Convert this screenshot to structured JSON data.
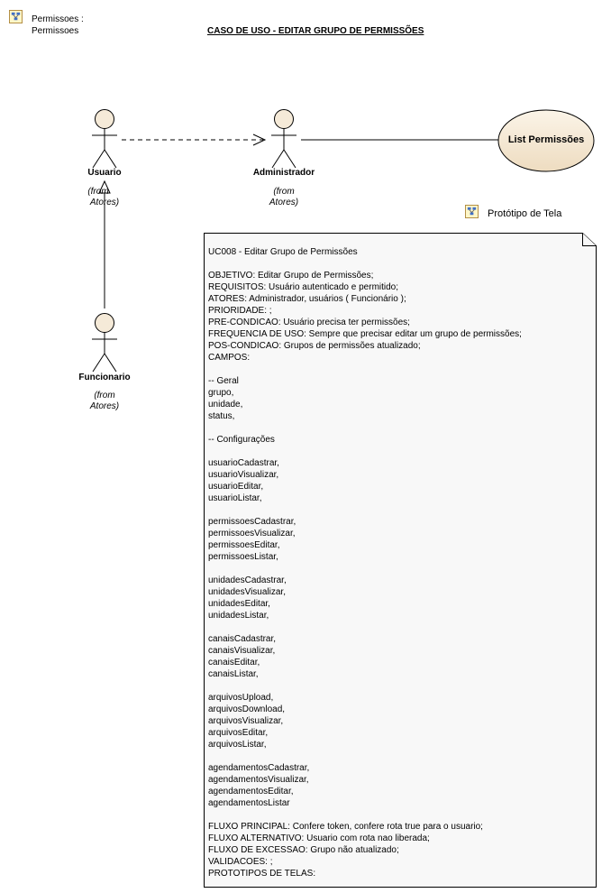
{
  "package": {
    "line1": "Permissoes :",
    "line2": "Permissoes"
  },
  "diagram_title": "CASO DE USO - EDITAR GRUPO DE PERMISSÕES",
  "actors": {
    "usuario": {
      "name": "Usuario",
      "from1": "(from",
      "from2": "Atores)"
    },
    "administrador": {
      "name": "Administrador",
      "from1": "(from",
      "from2": "Atores)"
    },
    "funcionario": {
      "name": "Funcionario",
      "from1": "(from",
      "from2": "Atores)"
    }
  },
  "use_case": {
    "label": "List Permissões"
  },
  "prototype_link": {
    "label": "Protótipo de Tela"
  },
  "note": {
    "lines": [
      "UC008 - Editar Grupo de Permissões",
      "",
      "OBJETIVO: Editar Grupo de Permissões;",
      "REQUISITOS: Usuário autenticado e permitido;",
      "ATORES: Administrador, usuários ( Funcionário );",
      "PRIORIDADE: ;",
      "PRE-CONDICAO: Usuário precisa ter permissões;",
      "FREQUENCIA DE USO: Sempre que precisar editar um grupo de permissões;",
      "POS-CONDICAO: Grupos de permissões atualizado;",
      "CAMPOS:",
      "",
      "-- Geral",
      "grupo,",
      "unidade,",
      "status,",
      "",
      "-- Configurações",
      "",
      "usuarioCadastrar,",
      "usuarioVisualizar,",
      "usuarioEditar,",
      "usuarioListar,",
      "",
      "permissoesCadastrar,",
      "permissoesVisualizar,",
      "permissoesEditar,",
      "permissoesListar,",
      "",
      "unidadesCadastrar,",
      "unidadesVisualizar,",
      "unidadesEditar,",
      "unidadesListar,",
      "",
      "canaisCadastrar,",
      "canaisVisualizar,",
      "canaisEditar,",
      "canaisListar,",
      "",
      "arquivosUpload,",
      "arquivosDownload,",
      "arquivosVisualizar,",
      "arquivosEditar,",
      "arquivosListar,",
      "",
      "agendamentosCadastrar,",
      "agendamentosVisualizar,",
      "agendamentosEditar,",
      "agendamentosListar",
      "",
      "FLUXO PRINCIPAL: Confere token, confere rota true para o usuario;",
      "FLUXO ALTERNATIVO: Usuario com rota nao liberada;",
      "FLUXO DE EXCESSAO: Grupo não atualizado;",
      "VALIDACOES: ;",
      "PROTOTIPOS DE TELAS:"
    ]
  },
  "colors": {
    "actor_fill": "#f5ead8",
    "usecase_fill": "#f5ead8",
    "note_fill": "#f8f8f8",
    "line": "#000000"
  }
}
